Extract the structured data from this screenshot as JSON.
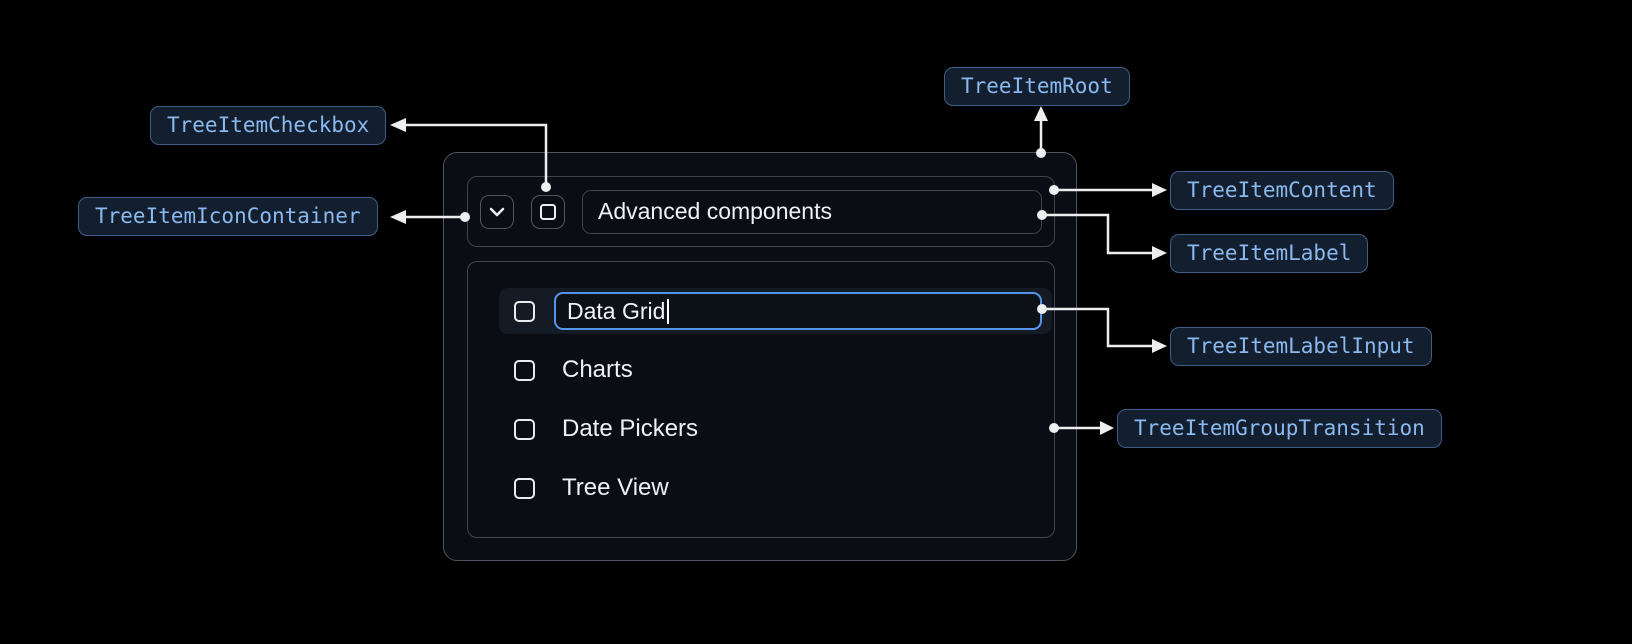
{
  "badges": {
    "checkbox": "TreeItemCheckbox",
    "root": "TreeItemRoot",
    "icon_container": "TreeItemIconContainer",
    "content": "TreeItemContent",
    "label": "TreeItemLabel",
    "label_input": "TreeItemLabelInput",
    "group_transition": "TreeItemGroupTransition"
  },
  "tree": {
    "parent_label": "Advanced components",
    "items": [
      "Data Grid",
      "Charts",
      "Date Pickers",
      "Tree View"
    ]
  },
  "icons": {
    "expand": "chevron-down-icon",
    "parent_checkbox": "checkbox-unchecked-icon",
    "item_checkbox": "checkbox-unchecked-icon"
  },
  "colors": {
    "background": "#000000",
    "surface": "#0a0e14",
    "border_outer": "#4d545d",
    "border_inner": "#3d444e",
    "row_highlight": "#151b25",
    "input_border": "#5395e8",
    "badge_bg": "#131e2e",
    "badge_border": "#3f5e86",
    "badge_text": "#8ab9ef",
    "connector": "#eceef0",
    "text": "#eef1f4"
  }
}
